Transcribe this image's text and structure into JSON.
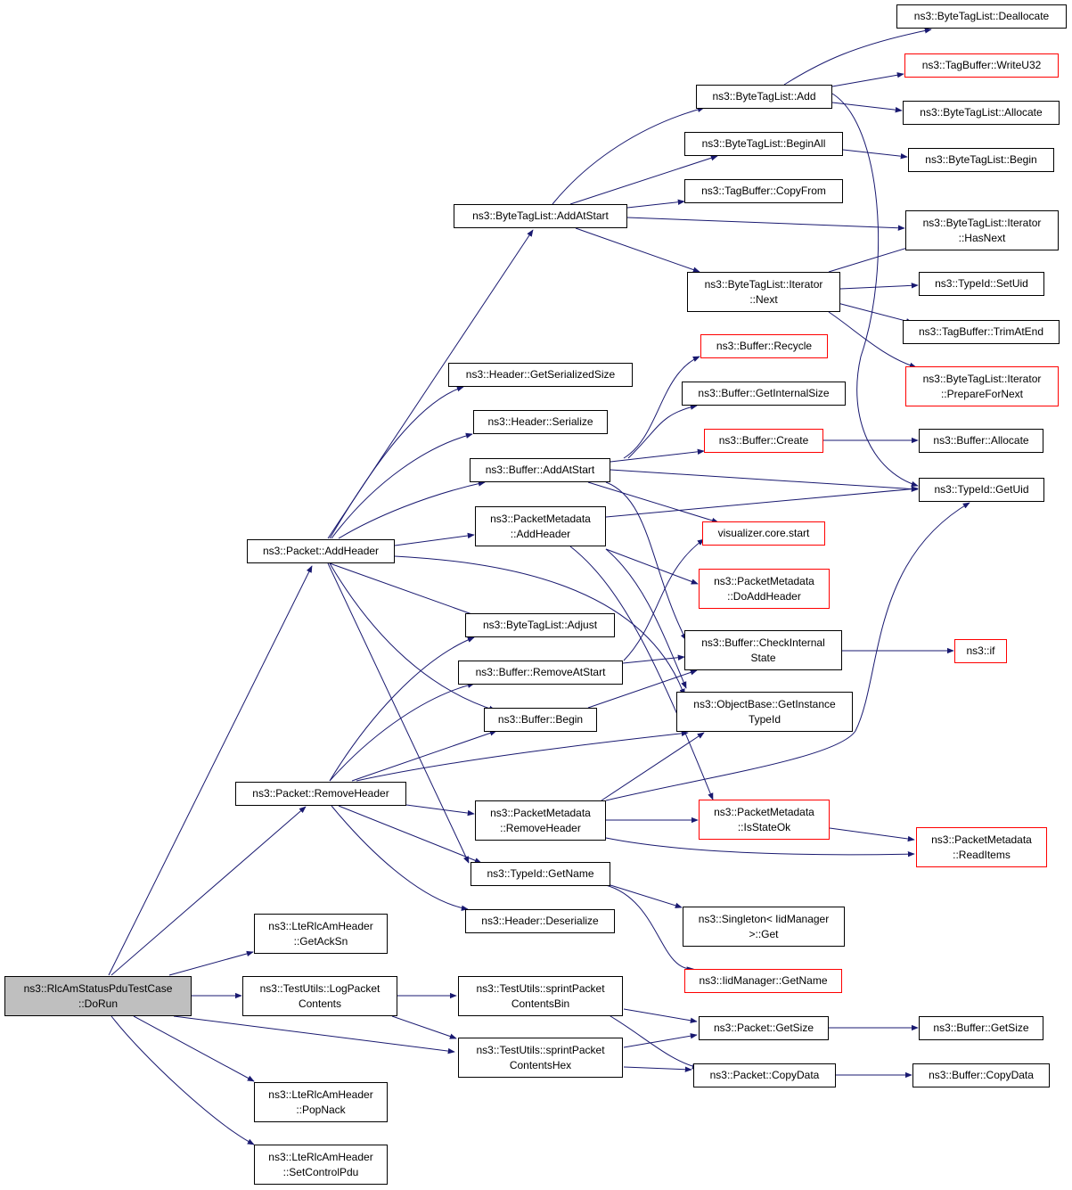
{
  "colors": {
    "edge": "#191970",
    "root_fill": "#bfbfbf",
    "truncated_border": "#ff0000",
    "border": "#000000"
  },
  "nodes": {
    "root": "ns3::RlcAmStatusPduTestCase\n::DoRun",
    "packet_addheader": "ns3::Packet::AddHeader",
    "packet_removeheader": "ns3::Packet::RemoveHeader",
    "lte_getacksn": "ns3::LteRlcAmHeader\n::GetAckSn",
    "testutils_log": "ns3::TestUtils::LogPacket\nContents",
    "lte_popnack": "ns3::LteRlcAmHeader\n::PopNack",
    "lte_setcontrolpdu": "ns3::LteRlcAmHeader\n::SetControlPdu",
    "btl_addatstart": "ns3::ByteTagList::AddAtStart",
    "header_getserializedsize": "ns3::Header::GetSerializedSize",
    "header_serialize": "ns3::Header::Serialize",
    "buffer_addatstart": "ns3::Buffer::AddAtStart",
    "pm_addheader": "ns3::PacketMetadata\n::AddHeader",
    "btl_adjust": "ns3::ByteTagList::Adjust",
    "buffer_removeatstart": "ns3::Buffer::RemoveAtStart",
    "buffer_begin": "ns3::Buffer::Begin",
    "pm_removeheader": "ns3::PacketMetadata\n::RemoveHeader",
    "typeid_getname": "ns3::TypeId::GetName",
    "header_deserialize": "ns3::Header::Deserialize",
    "sprint_bin": "ns3::TestUtils::sprintPacket\nContentsBin",
    "sprint_hex": "ns3::TestUtils::sprintPacket\nContentsHex",
    "btl_add": "ns3::ByteTagList::Add",
    "btl_beginall": "ns3::ByteTagList::BeginAll",
    "tagbuffer_copyfrom": "ns3::TagBuffer::CopyFrom",
    "btl_it_next": "ns3::ByteTagList::Iterator\n::Next",
    "buffer_recycle": "ns3::Buffer::Recycle",
    "buffer_getinternalsize": "ns3::Buffer::GetInternalSize",
    "buffer_create": "ns3::Buffer::Create",
    "visualizer_start": "visualizer.core.start",
    "pm_doaddheader": "ns3::PacketMetadata\n::DoAddHeader",
    "buffer_checkinternal": "ns3::Buffer::CheckInternal\nState",
    "objectbase_getinstance": "ns3::ObjectBase::GetInstance\nTypeId",
    "pm_isstateok": "ns3::PacketMetadata\n::IsStateOk",
    "singleton_get": "ns3::Singleton< IidManager\n>::Get",
    "iidmanager_getname": "ns3::IidManager::GetName",
    "packet_getsize": "ns3::Packet::GetSize",
    "packet_copydata": "ns3::Packet::CopyData",
    "btl_deallocate": "ns3::ByteTagList::Deallocate",
    "tagbuffer_writeu32": "ns3::TagBuffer::WriteU32",
    "btl_allocate": "ns3::ByteTagList::Allocate",
    "btl_begin": "ns3::ByteTagList::Begin",
    "btl_it_hasnext": "ns3::ByteTagList::Iterator\n::HasNext",
    "typeid_setuid": "ns3::TypeId::SetUid",
    "tagbuffer_trimatend": "ns3::TagBuffer::TrimAtEnd",
    "btl_it_preparefornext": "ns3::ByteTagList::Iterator\n::PrepareForNext",
    "buffer_allocate": "ns3::Buffer::Allocate",
    "typeid_getuid": "ns3::TypeId::GetUid",
    "ns3_if": "ns3::if",
    "pm_readitems": "ns3::PacketMetadata\n::ReadItems",
    "buffer_getsize": "ns3::Buffer::GetSize",
    "buffer_copydata": "ns3::Buffer::CopyData"
  }
}
